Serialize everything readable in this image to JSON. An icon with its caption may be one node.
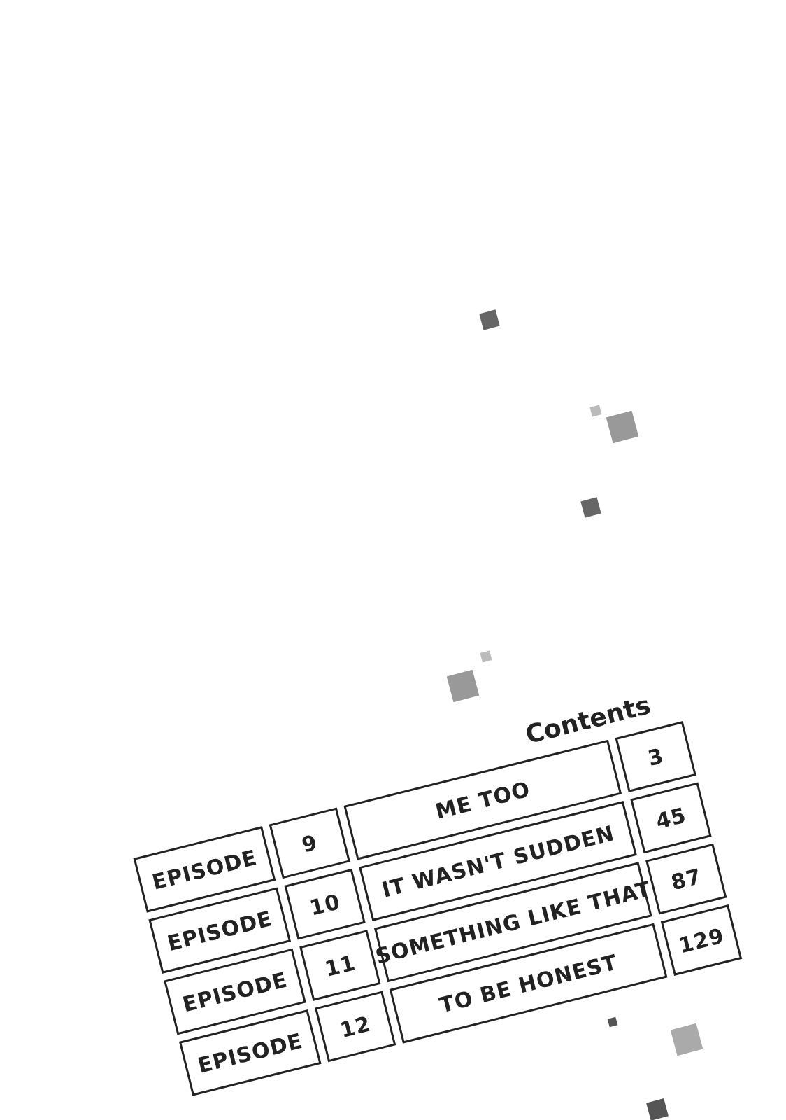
{
  "diagram": {
    "title": "Contents",
    "labels": [
      "EPISODE",
      "9",
      "ME TOO",
      "3",
      "EPISODE",
      "10",
      "IT WASN'T SUDDEN",
      "45",
      "EPISODE",
      "11",
      "SOMETHING LIKE THAT",
      "87",
      "EPISODE",
      "12",
      "TO BE HONEST",
      "129"
    ]
  }
}
